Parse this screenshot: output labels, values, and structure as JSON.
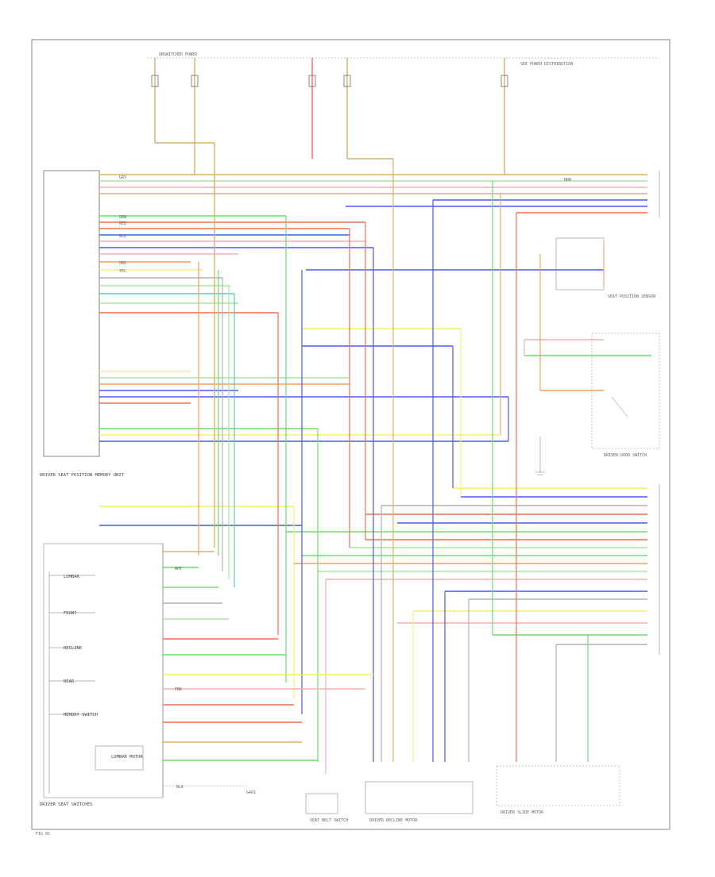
{
  "labels": {
    "top_power": "UNSWITCHED POWER",
    "top_right_note": "SEE POWER DISTRIBUTION",
    "footer": "FIG 01",
    "memory_unit": "DRIVER SEAT POSITION MEMORY UNIT",
    "power_seat_switch": "DRIVER SEAT SWITCHES",
    "recline_motor": "DRIVER RECLINE MOTOR",
    "slide_motor": "DRIVER SLIDE MOTOR",
    "lumbar": "LUMBAR",
    "front": "FRONT",
    "recline": "RECLINE",
    "rear": "REAR",
    "memory_switch": "MEMORY SWITCH",
    "seat_belt_switch": "SEAT BELT SWITCH",
    "right_block": "SEAT POSITION SENSOR",
    "driver_switch": "DRIVER DOOR SWITCH",
    "ground": "G401",
    "seat_lumbar": "LUMBAR MOTOR"
  },
  "wire_tags": {
    "gry": "GRY",
    "red": "RED",
    "grn": "GRN",
    "blu": "BLU",
    "yel": "YEL",
    "org": "ORG",
    "brn": "BRN",
    "wht": "WHT",
    "blk": "BLK",
    "pnk": "PNK"
  },
  "colors": {
    "green": "#6edc6e",
    "lightgreen": "#a8e8a0",
    "blue": "#4a58f0",
    "red": "#f07050",
    "orange": "#f0a060",
    "yellow": "#f4ef70",
    "tan": "#d8b070",
    "pink": "#f4b0b0",
    "gray": "#b0b0b0",
    "teal": "#60c8c0"
  }
}
